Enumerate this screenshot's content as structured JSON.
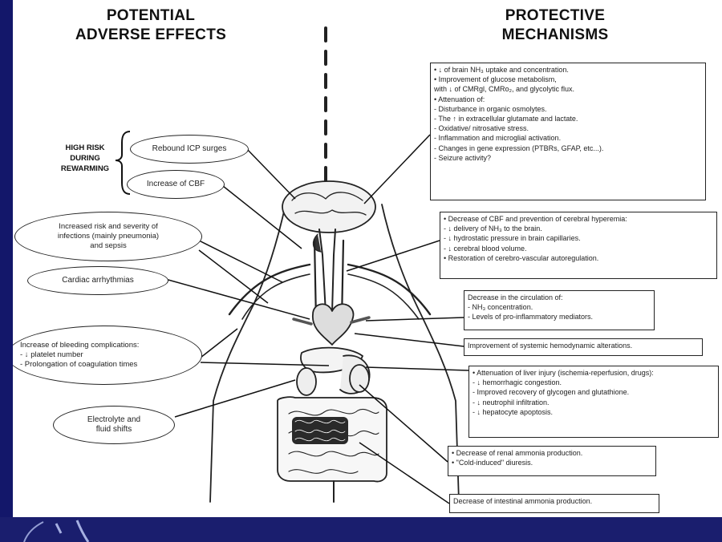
{
  "headers": {
    "left": [
      "POTENTIAL",
      "ADVERSE EFFECTS"
    ],
    "right": [
      "PROTECTIVE",
      "MECHANISMS"
    ]
  },
  "risk_label": [
    "HIGH RISK",
    "DURING",
    "REWARMING"
  ],
  "adverse_effects": {
    "rebound_icp": [
      "Rebound ICP surges"
    ],
    "increase_cbf": [
      "Increase of CBF"
    ],
    "infections": [
      "Increased risk and severity of",
      "infections (mainly pneumonia)",
      "and sepsis"
    ],
    "arrhythmias": [
      "Cardiac arrhythmias"
    ],
    "bleeding": [
      "Increase of bleeding complications:",
      "- ↓ platelet number",
      "- Prolongation of coagulation times"
    ],
    "electrolyte": [
      "Electrolyte and",
      "fluid shifts"
    ]
  },
  "protective_mechanisms": {
    "brain": [
      "• ↓ of brain NH₃ uptake and concentration.",
      "• Improvement of glucose metabolism,",
      "   with ↓ of CMRgl, CMRo₂, and glycolytic flux.",
      "• Attenuation of:",
      "   - Disturbance in organic osmolytes.",
      "   - The ↑ in extracellular glutamate and lactate.",
      "   - Oxidative/ nitrosative stress.",
      "   - Inflammation and microglial activation.",
      "   - Changes in gene expression (PTBRs, GFAP, etc...).",
      "   - Seizure activity?"
    ],
    "cbf": [
      "• Decrease of CBF and prevention of cerebral hyperemia:",
      "   - ↓ delivery of NH₃ to the brain.",
      "   - ↓ hydrostatic pressure in brain capillaries.",
      "   - ↓ cerebral blood volume.",
      "• Restoration of cerebro-vascular autoregulation."
    ],
    "circulation": [
      "Decrease in the circulation of:",
      "- NH₃ concentration.",
      "- Levels of pro-inflammatory mediators."
    ],
    "hemodynamic": [
      "Improvement of systemic hemodynamic alterations."
    ],
    "liver": [
      "• Attenuation of liver injury (ischemia-reperfusion, drugs):",
      "   - ↓ hemorrhagic congestion.",
      "   - Improved recovery of glycogen and glutathione.",
      "   - ↓ neutrophil infiltration.",
      "   - ↓ hepatocyte apoptosis."
    ],
    "renal": [
      "• Decrease of renal ammonia production.",
      "• \"Cold-induced\" diuresis."
    ],
    "intestinal": [
      "Decrease of intestinal ammonia production."
    ]
  }
}
